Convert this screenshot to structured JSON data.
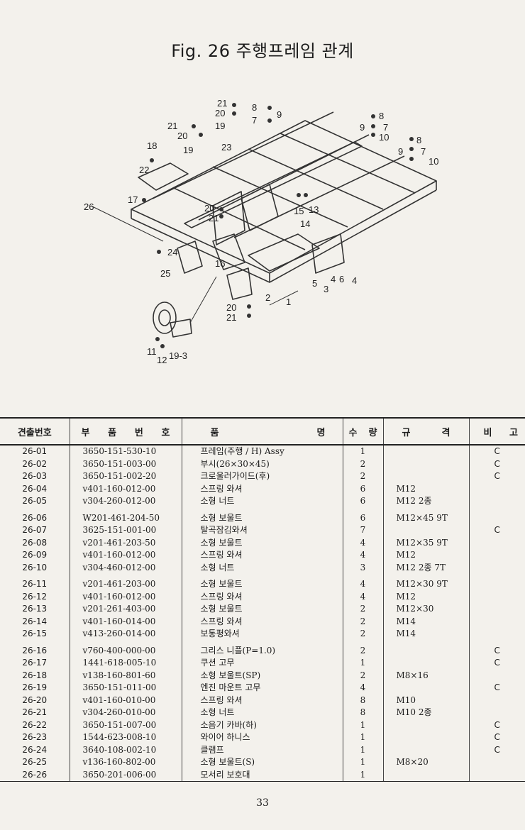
{
  "title": "Fig. 26  주행프레임 관계",
  "callouts": [
    "21",
    "20",
    "19",
    "8",
    "9",
    "7",
    "21",
    "20",
    "19",
    "23",
    "18",
    "22",
    "17",
    "26",
    "8",
    "9",
    "10",
    "7",
    "8",
    "9",
    "7",
    "10",
    "20",
    "21",
    "15",
    "13",
    "14",
    "16",
    "24",
    "25",
    "2",
    "1",
    "5",
    "3",
    "4",
    "6",
    "4",
    "20",
    "21",
    "11",
    "12",
    "19-3"
  ],
  "table": {
    "headers": {
      "no": "견출번호",
      "part_number": [
        "부",
        "품",
        "번",
        "호"
      ],
      "name": [
        "품",
        "명"
      ],
      "qty": [
        "수",
        "량"
      ],
      "spec": [
        "규",
        "격"
      ],
      "remark": [
        "비",
        "고"
      ]
    },
    "rows": [
      {
        "no": "26-01",
        "pn": "3650-151-530-10",
        "name": "프레임(주행 / H) Assy",
        "qty": "1",
        "spec": "",
        "remark": "C"
      },
      {
        "no": "26-02",
        "pn": "3650-151-003-00",
        "name": "부시(26×30×45)",
        "qty": "2",
        "spec": "",
        "remark": "C"
      },
      {
        "no": "26-03",
        "pn": "3650-151-002-20",
        "name": "크로울러가이드(후)",
        "qty": "2",
        "spec": "",
        "remark": "C"
      },
      {
        "no": "26-04",
        "pn": "v401-160-012-00",
        "name": "스프링 와셔",
        "qty": "6",
        "spec": "M12",
        "remark": ""
      },
      {
        "no": "26-05",
        "pn": "v304-260-012-00",
        "name": "소형 너트",
        "qty": "6",
        "spec": "M12 2종",
        "remark": ""
      },
      {
        "no": "26-06",
        "pn": "W201-461-204-50",
        "name": "소형 보울트",
        "qty": "6",
        "spec": "M12×45 9T",
        "remark": ""
      },
      {
        "no": "26-07",
        "pn": "3625-151-001-00",
        "name": "탈곡잠김와셔",
        "qty": "7",
        "spec": "",
        "remark": "C"
      },
      {
        "no": "26-08",
        "pn": "v201-461-203-50",
        "name": "소형 보울트",
        "qty": "4",
        "spec": "M12×35 9T",
        "remark": ""
      },
      {
        "no": "26-09",
        "pn": "v401-160-012-00",
        "name": "스프링 와셔",
        "qty": "4",
        "spec": "M12",
        "remark": ""
      },
      {
        "no": "26-10",
        "pn": "v304-460-012-00",
        "name": "소형 너트",
        "qty": "3",
        "spec": "M12 2종 7T",
        "remark": ""
      },
      {
        "no": "26-11",
        "pn": "v201-461-203-00",
        "name": "소형 보울트",
        "qty": "4",
        "spec": "M12×30 9T",
        "remark": ""
      },
      {
        "no": "26-12",
        "pn": "v401-160-012-00",
        "name": "스프링 와셔",
        "qty": "4",
        "spec": "M12",
        "remark": ""
      },
      {
        "no": "26-13",
        "pn": "v201-261-403-00",
        "name": "소형 보울트",
        "qty": "2",
        "spec": "M12×30",
        "remark": ""
      },
      {
        "no": "26-14",
        "pn": "v401-160-014-00",
        "name": "스프링 와셔",
        "qty": "2",
        "spec": "M14",
        "remark": ""
      },
      {
        "no": "26-15",
        "pn": "v413-260-014-00",
        "name": "보통평와셔",
        "qty": "2",
        "spec": "M14",
        "remark": ""
      },
      {
        "no": "26-16",
        "pn": "v760-400-000-00",
        "name": "그리스 니플(P=1.0)",
        "qty": "2",
        "spec": "",
        "remark": "C"
      },
      {
        "no": "26-17",
        "pn": "1441-618-005-10",
        "name": "쿠션 고무",
        "qty": "1",
        "spec": "",
        "remark": "C"
      },
      {
        "no": "26-18",
        "pn": "v138-160-801-60",
        "name": "소형 보울트(SP)",
        "qty": "2",
        "spec": "M8×16",
        "remark": ""
      },
      {
        "no": "26-19",
        "pn": "3650-151-011-00",
        "name": "엔진 마운트 고무",
        "qty": "4",
        "spec": "",
        "remark": "C"
      },
      {
        "no": "26-20",
        "pn": "v401-160-010-00",
        "name": "스프링 와셔",
        "qty": "8",
        "spec": "M10",
        "remark": ""
      },
      {
        "no": "26-21",
        "pn": "v304-260-010-00",
        "name": "소형 너트",
        "qty": "8",
        "spec": "M10 2종",
        "remark": ""
      },
      {
        "no": "26-22",
        "pn": "3650-151-007-00",
        "name": "소음기 카바(하)",
        "qty": "1",
        "spec": "",
        "remark": "C"
      },
      {
        "no": "26-23",
        "pn": "1544-623-008-10",
        "name": "와이어 하니스",
        "qty": "1",
        "spec": "",
        "remark": "C"
      },
      {
        "no": "26-24",
        "pn": "3640-108-002-10",
        "name": "클램프",
        "qty": "1",
        "spec": "",
        "remark": "C"
      },
      {
        "no": "26-25",
        "pn": "v136-160-802-00",
        "name": "소형 보울트(S)",
        "qty": "1",
        "spec": "M8×20",
        "remark": ""
      },
      {
        "no": "26-26",
        "pn": "3650-201-006-00",
        "name": "모서리 보호대",
        "qty": "1",
        "spec": "",
        "remark": ""
      }
    ]
  },
  "page_number": "33"
}
